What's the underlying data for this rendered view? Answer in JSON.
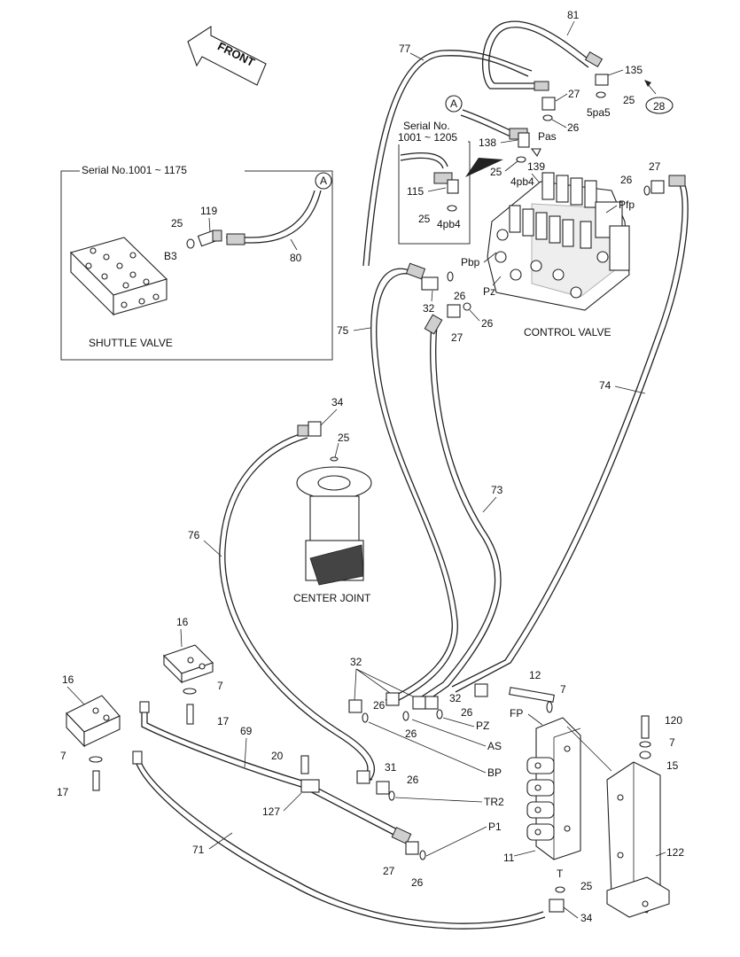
{
  "labels": {
    "front": "FRONT",
    "inset_serial": "Serial No.1001 ~ 1175",
    "inset_a": "A",
    "shuttle_valve": "SHUTTLE VALVE",
    "serial_no": "Serial No.",
    "serial_range": "1001 ~ 1205",
    "control_valve": "CONTROL VALVE",
    "center_joint": "CENTER JOINT",
    "ref_a": "A",
    "ref_28": "28"
  },
  "ports": {
    "b3": "B3",
    "pas": "Pas",
    "5pa5": "5pa5",
    "4pb4_top": "4pb4",
    "4pb4_inset": "4pb4",
    "pbp": "Pbp",
    "pz": "Pz",
    "pfp": "Pfp",
    "fp": "FP",
    "pz2": "PZ",
    "as": "AS",
    "bp": "BP",
    "tr2": "TR2",
    "p1": "P1",
    "t": "T"
  },
  "parts": {
    "p81": "81",
    "p77": "77",
    "p135": "135",
    "p27a": "27",
    "p25a": "25",
    "p26a": "26",
    "p138": "138",
    "p139": "139",
    "p25b": "25",
    "p115": "115",
    "p25c": "25",
    "p27b": "27",
    "p26b": "26",
    "p119": "119",
    "p25d": "25",
    "p80": "80",
    "p26c": "26",
    "p32a": "32",
    "p26d": "26",
    "p27c": "27",
    "p75": "75",
    "p74": "74",
    "p34a": "34",
    "p25e": "25",
    "p73": "73",
    "p76": "76",
    "p16a": "16",
    "p16b": "16",
    "p7a": "7",
    "p17a": "17",
    "p7b": "7",
    "p17b": "17",
    "p69": "69",
    "p32b": "32",
    "p26e": "26",
    "p26f": "26",
    "p32c": "32",
    "p26g": "26",
    "p12": "12",
    "p7c": "7",
    "p120": "120",
    "p7d": "7",
    "p15": "15",
    "p20": "20",
    "p127": "127",
    "p31": "31",
    "p26h": "26",
    "p71": "71",
    "p27d": "27",
    "p26i": "26",
    "p11": "11",
    "p122": "122",
    "p25f": "25",
    "p34b": "34"
  }
}
